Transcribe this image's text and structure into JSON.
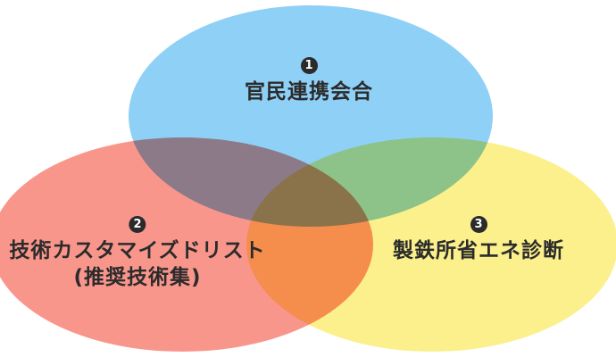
{
  "diagram": {
    "type": "venn",
    "background_color": "#ffffff",
    "text_color": "#2b2b2b",
    "badge_background_color": "#2b2b2b",
    "badge_text_color": "#ffffff",
    "overlap_blend": "multiply",
    "items": [
      {
        "number": "1",
        "title": "官民連携会合",
        "color": "#8FD0F7",
        "position": "top"
      },
      {
        "number": "2",
        "title": "技術カスタマイズドリスト",
        "subtitle": "(推奨技術集)",
        "color": "#F9968C",
        "position": "bottom-left"
      },
      {
        "number": "3",
        "title": "製鉄所省エネ診断",
        "color": "#FBF08C",
        "position": "bottom-right"
      }
    ]
  }
}
